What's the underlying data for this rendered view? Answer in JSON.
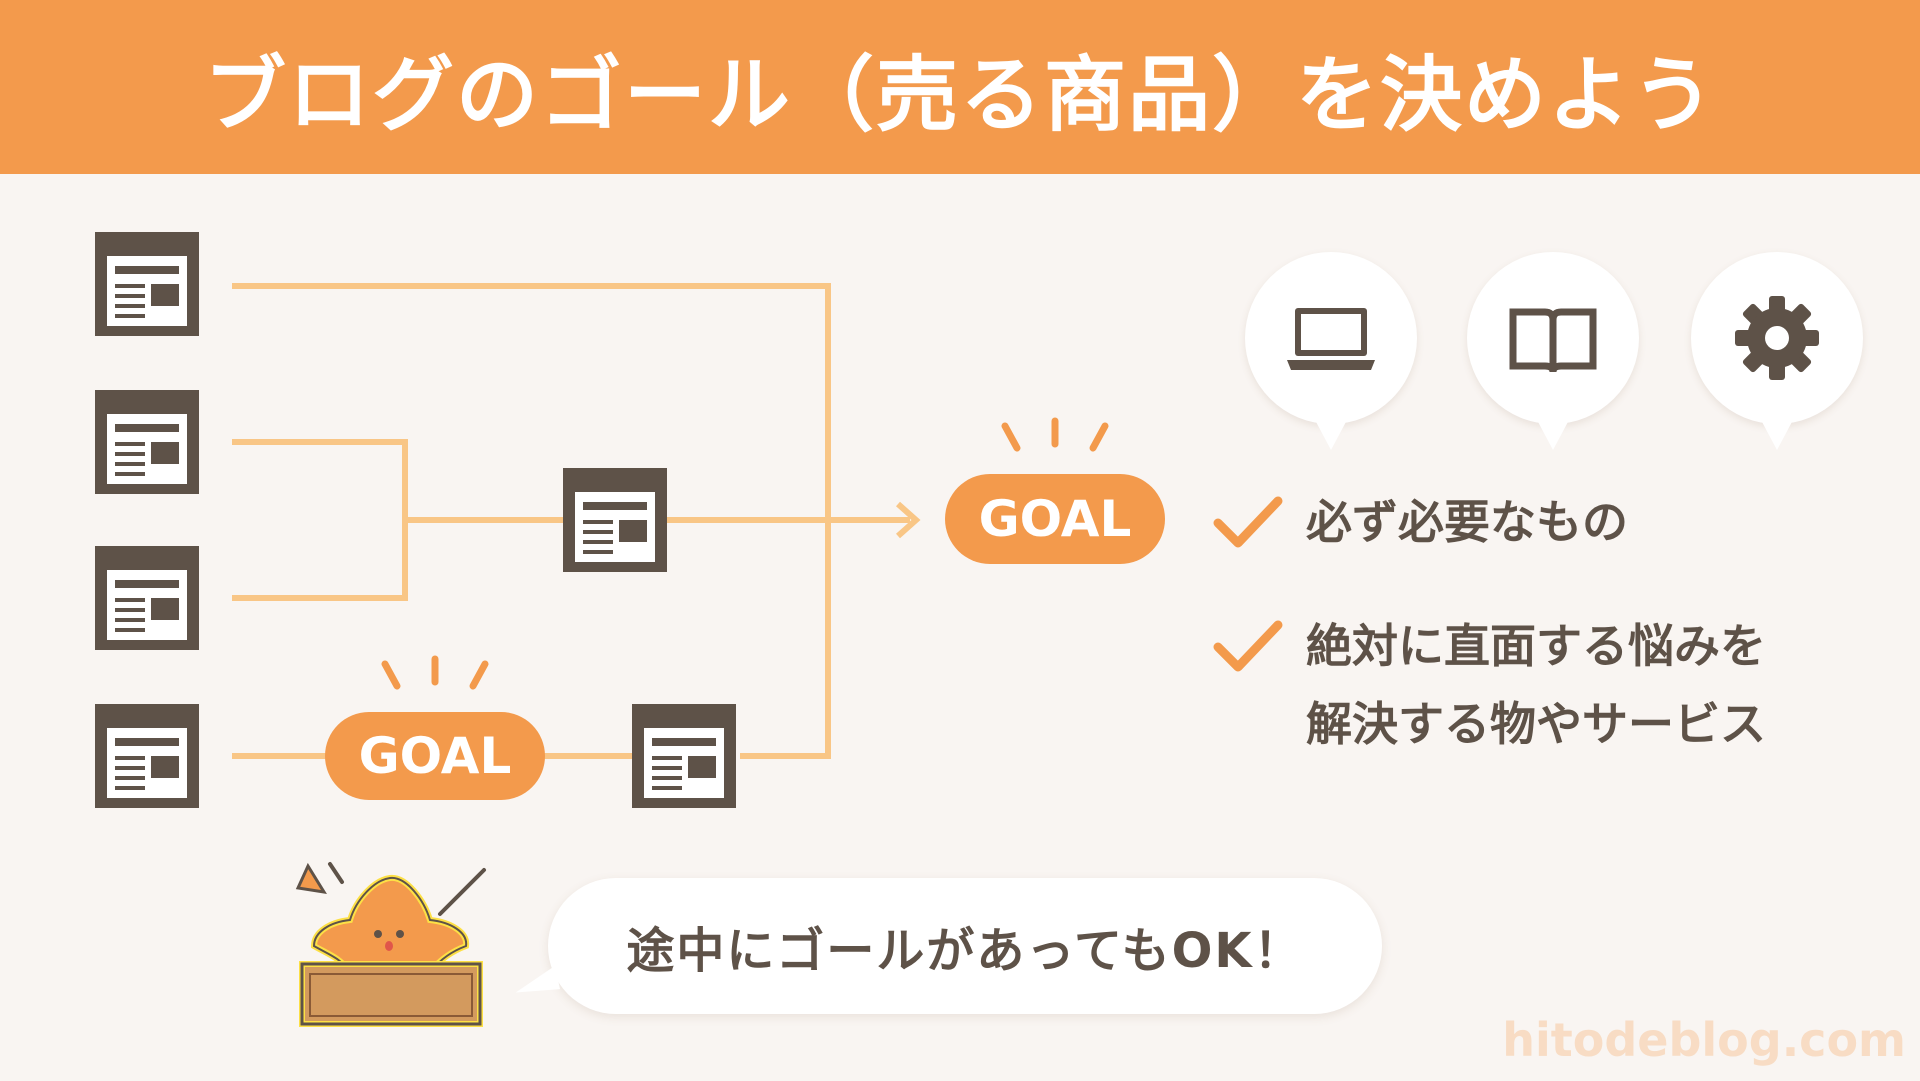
{
  "header": {
    "title": "ブログのゴール（売る商品）を決めよう"
  },
  "diagram": {
    "goal_main": "GOAL",
    "goal_mid": "GOAL"
  },
  "icons": {
    "bubble_1": "laptop-icon",
    "bubble_2": "book-icon",
    "bubble_3": "gear-icon"
  },
  "checklist": {
    "item_1": "必ず必要なもの",
    "item_2_line_1": "絶対に直面する悩みを",
    "item_2_line_2": "解決する物やサービス"
  },
  "speech": {
    "text": "途中にゴールがあってもOK！"
  },
  "watermark": "hitodeblog.com",
  "colors": {
    "accent": "#f39a4c",
    "line": "#f9c686",
    "dark": "#5e5248",
    "background": "#f9f5f2"
  }
}
